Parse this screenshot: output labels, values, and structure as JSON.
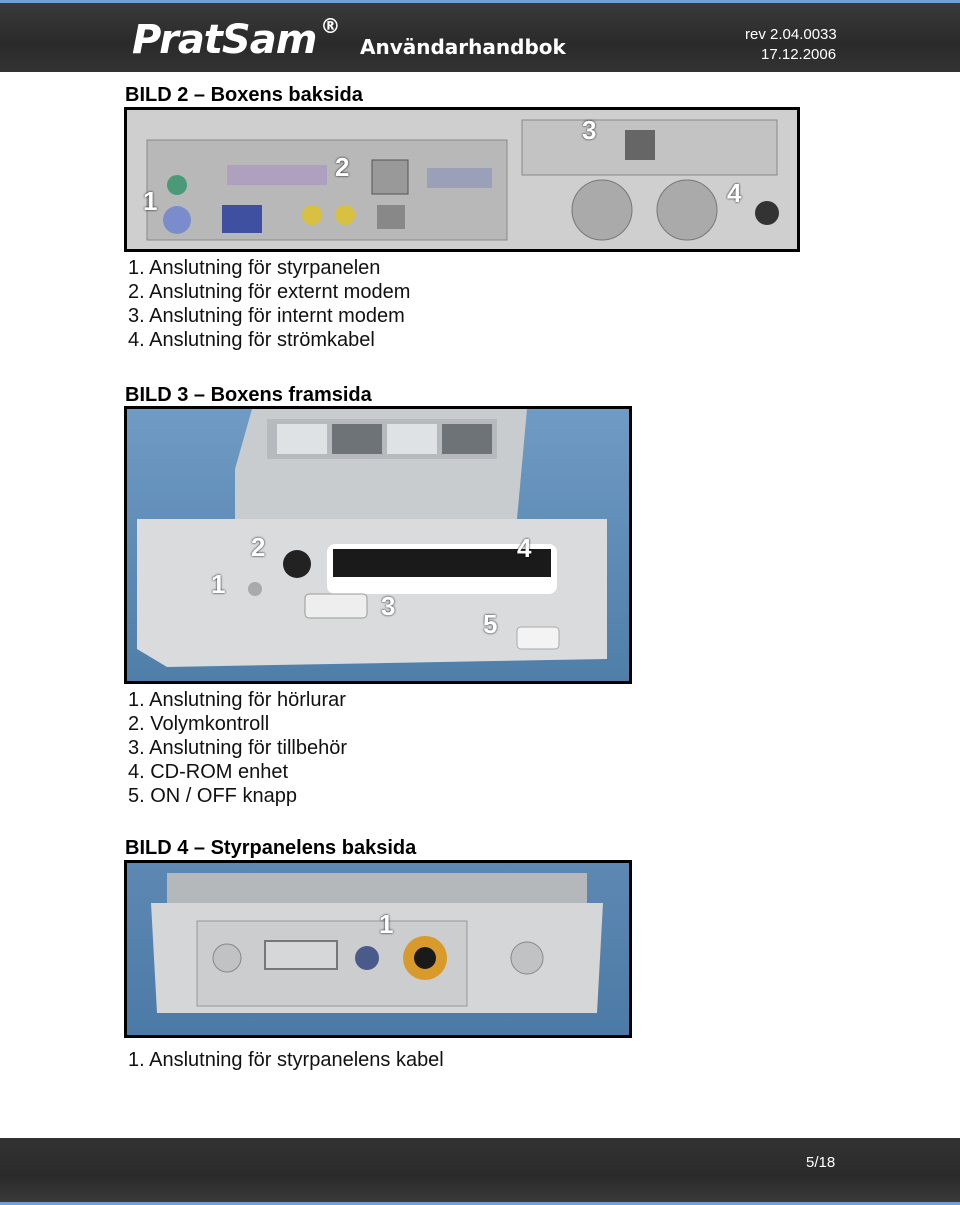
{
  "header": {
    "brand": "PratSam",
    "reg": "®",
    "title": "Användarhandbok",
    "rev": "rev 2.04.0033",
    "date": "17.12.2006"
  },
  "sections": [
    {
      "heading": "BILD 2 – Boxens baksida",
      "items": [
        "1. Anslutning för styrpanelen",
        "2. Anslutning för externt modem",
        "3. Anslutning för internt modem",
        "4. Anslutning för strömkabel"
      ],
      "markers": [
        "1",
        "2",
        "3",
        "4"
      ]
    },
    {
      "heading": "BILD 3 – Boxens framsida",
      "items": [
        "1. Anslutning för hörlurar",
        "2. Volymkontroll",
        "3. Anslutning för tillbehör",
        "4. CD-ROM enhet",
        "5. ON / OFF knapp"
      ],
      "markers": [
        "1",
        "2",
        "3",
        "4",
        "5"
      ]
    },
    {
      "heading": "BILD 4 – Styrpanelens baksida",
      "items": [
        "1. Anslutning för styrpanelens kabel"
      ],
      "markers": [
        "1"
      ]
    }
  ],
  "footer": {
    "page": "5/18"
  }
}
